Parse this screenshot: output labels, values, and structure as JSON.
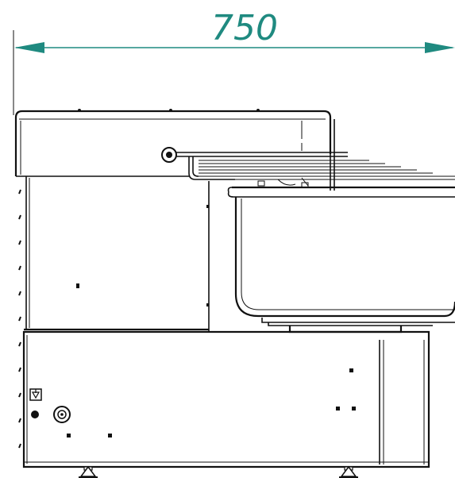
{
  "dimension": {
    "width_label": "750",
    "color": "#1f8a80"
  },
  "drawing": {
    "subject": "dough-mixer-side-view",
    "symbols": [
      "equipotential-bonding-symbol",
      "power-inlet-connector"
    ]
  }
}
